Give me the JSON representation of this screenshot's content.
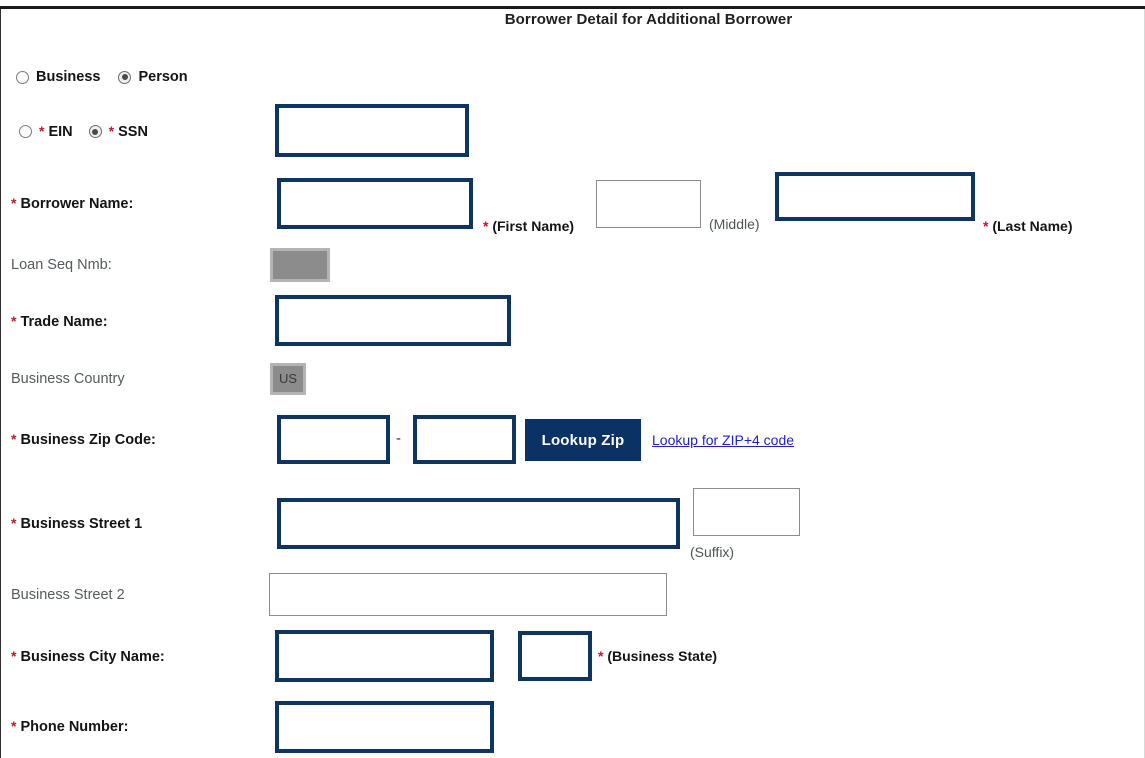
{
  "header": {
    "title": "Borrower Detail for Additional Borrower"
  },
  "entity_type": {
    "options": [
      {
        "label": "Business",
        "selected": false
      },
      {
        "label": "Person",
        "selected": true
      }
    ]
  },
  "tax_id_type": {
    "options": [
      {
        "label": "* EIN",
        "selected": false
      },
      {
        "label": "* SSN",
        "selected": true
      }
    ],
    "value": "",
    "placeholder": ""
  },
  "fields": {
    "borrower_name": {
      "label": "* Borrower Name:",
      "first": {
        "value": "",
        "note": "* (First Name)"
      },
      "middle": {
        "value": "",
        "note": "(Middle)"
      },
      "last": {
        "value": "",
        "note": "* (Last Name)"
      }
    },
    "loan_seq_nmb": {
      "label": "Loan Seq Nmb:",
      "value": ""
    },
    "trade_name": {
      "label": "* Trade Name:",
      "value": ""
    },
    "business_country": {
      "label": "Business Country",
      "value": "US"
    },
    "business_zip": {
      "label": "* Business Zip Code:",
      "zip5": "",
      "separator": "-",
      "zip4": "",
      "lookup_button": "Lookup Zip",
      "lookup_link": "Lookup for ZIP+4 code"
    },
    "business_street_1": {
      "label": "* Business Street 1",
      "value": "",
      "suffix": {
        "value": "",
        "note": "(Suffix)"
      }
    },
    "business_street_2": {
      "label": "Business Street 2",
      "value": ""
    },
    "business_city": {
      "label": "* Business City Name:",
      "value": "",
      "state": {
        "value": "",
        "note": "* (Business State)"
      }
    },
    "phone_number": {
      "label": "* Phone Number:",
      "value": ""
    }
  },
  "colors": {
    "field_border": "#0e3562",
    "button_bg": "#0b3265",
    "link": "#2121cc",
    "required_star": "#c0182c",
    "disabled_bg": "#8c8c8c"
  }
}
